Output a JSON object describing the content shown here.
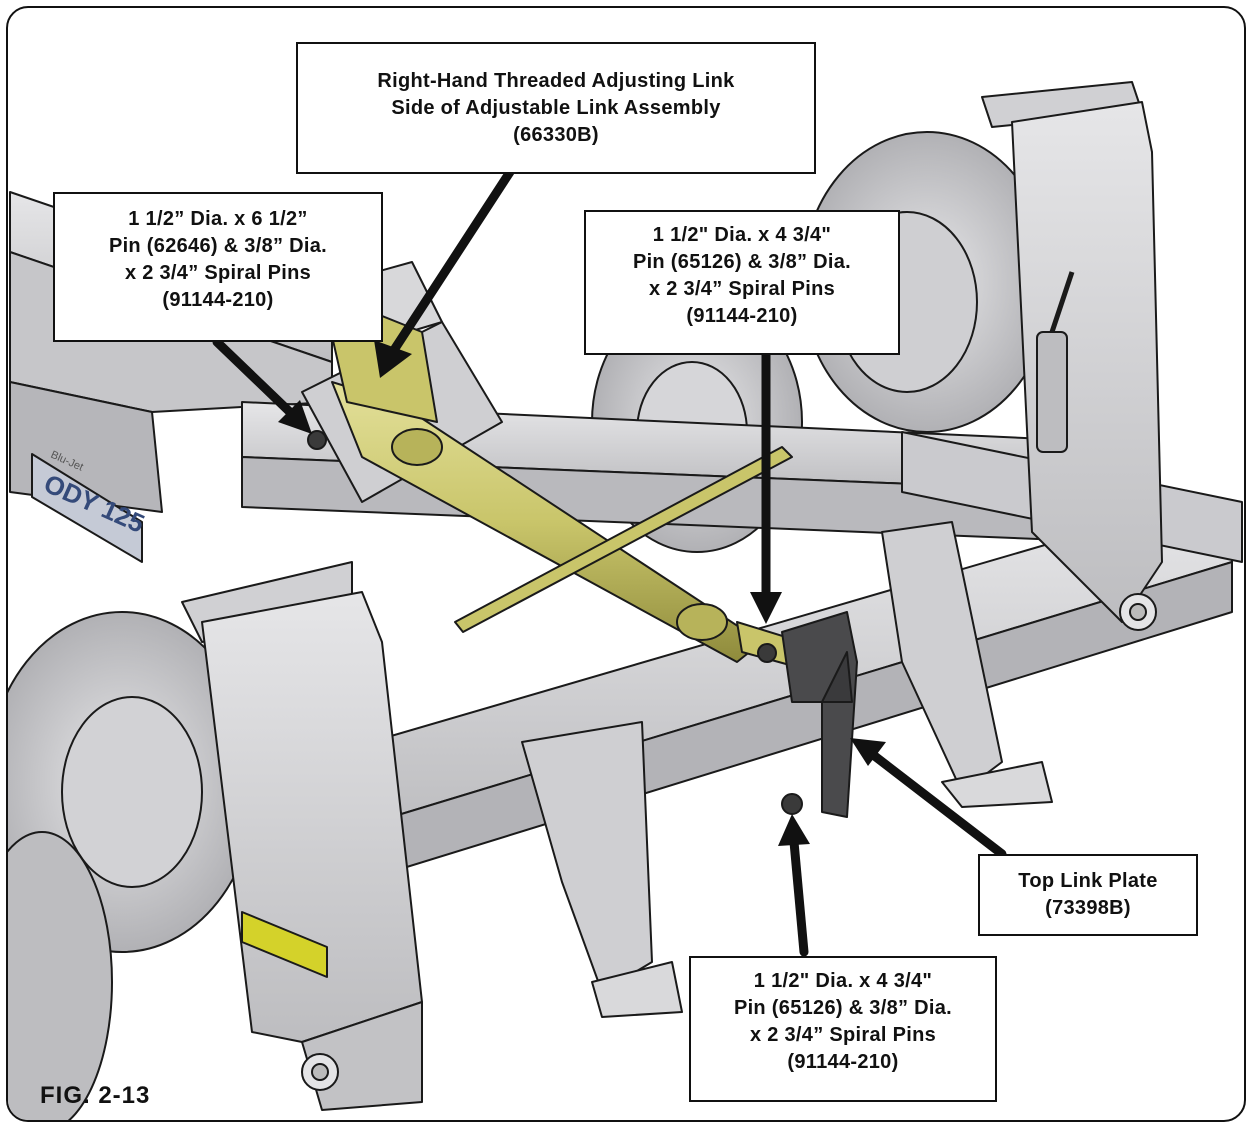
{
  "figure": {
    "label": "FIG. 2-13",
    "decal_text": "ODY 125",
    "brand_text": "Blu-Jet"
  },
  "callouts": [
    {
      "id": "adjusting-link",
      "lines": [
        "Right-Hand Threaded Adjusting Link",
        "Side of Adjustable Link Assembly",
        "(66330B)"
      ]
    },
    {
      "id": "pin-62646",
      "lines": [
        "1 1/2” Dia. x 6 1/2”",
        "Pin (62646) & 3/8” Dia.",
        "x 2 3/4” Spiral Pins",
        "(91144-210)"
      ]
    },
    {
      "id": "pin-65126-upper",
      "lines": [
        "1 1/2\" Dia. x 4 3/4\"",
        "Pin (65126) & 3/8” Dia.",
        "x 2 3/4” Spiral Pins",
        "(91144-210)"
      ]
    },
    {
      "id": "top-link-plate",
      "lines": [
        "Top Link Plate",
        "(73398B)"
      ]
    },
    {
      "id": "pin-65126-lower",
      "lines": [
        "1 1/2\" Dia. x 4 3/4\"",
        "Pin (65126) & 3/8” Dia.",
        "x 2 3/4” Spiral Pins",
        "(91144-210)"
      ]
    }
  ],
  "colors": {
    "frame_steel": "#d9d9db",
    "frame_shadow": "#a9a9ad",
    "tire": "#c4c4c6",
    "link_yellow": "#c9c56a",
    "top_link_plate": "#4a4a4c",
    "decal_yellow": "#d4d22a",
    "outline": "#1a1a1a"
  }
}
